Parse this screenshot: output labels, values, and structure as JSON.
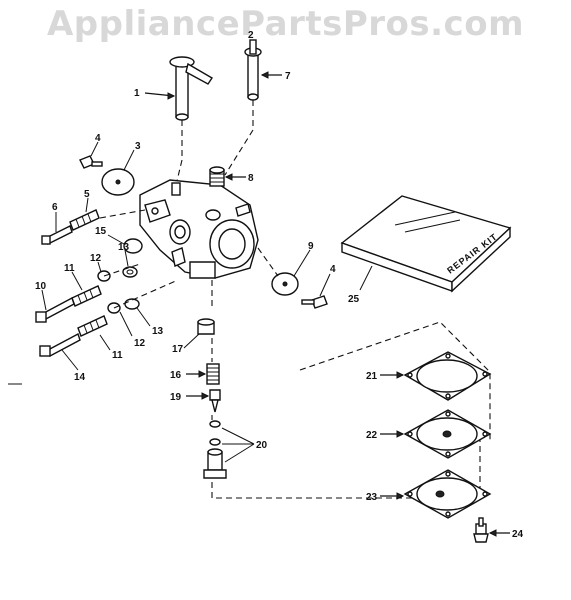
{
  "watermark": "AppliancePartsPros.com",
  "repair_kit_text": "REPAIR KIT",
  "labels": [
    "1",
    "2",
    "3",
    "4",
    "5",
    "6",
    "7",
    "8",
    "9",
    "10",
    "11",
    "12",
    "13",
    "14",
    "15",
    "16",
    "17",
    "18",
    "19",
    "20",
    "21",
    "22",
    "23",
    "24",
    "25"
  ],
  "duplicate_labels": {
    "label_4b": "4",
    "label_11b": "11",
    "label_12b": "12"
  }
}
